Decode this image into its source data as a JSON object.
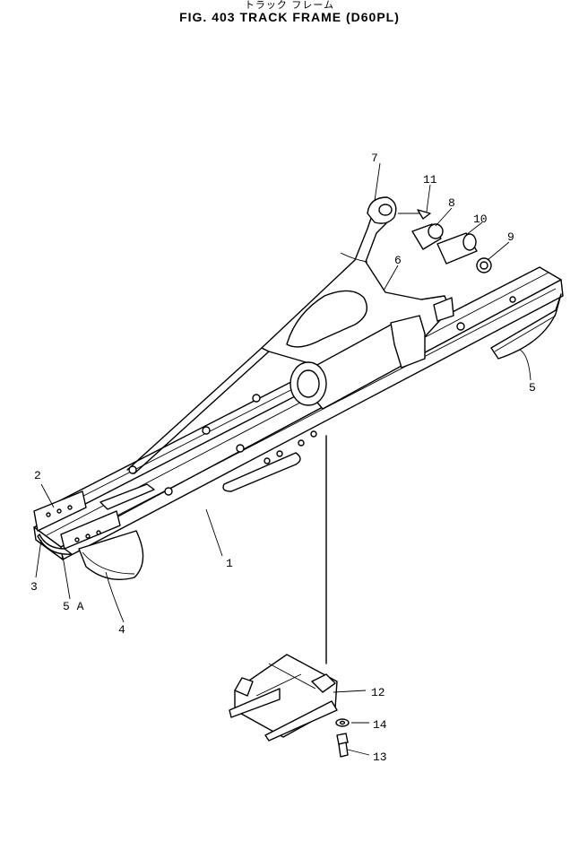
{
  "title": {
    "japanese": "トラック フレーム",
    "main": "FIG. 403  TRACK  FRAME  (D60PL)"
  },
  "callouts": [
    {
      "id": "c1",
      "label": "1"
    },
    {
      "id": "c2",
      "label": "2"
    },
    {
      "id": "c3",
      "label": "3"
    },
    {
      "id": "c4",
      "label": "4"
    },
    {
      "id": "c5",
      "label": "5"
    },
    {
      "id": "c5a",
      "label": "5 A"
    },
    {
      "id": "c6",
      "label": "6"
    },
    {
      "id": "c7",
      "label": "7"
    },
    {
      "id": "c8",
      "label": "8"
    },
    {
      "id": "c9",
      "label": "9"
    },
    {
      "id": "c10",
      "label": "10"
    },
    {
      "id": "c11",
      "label": "11"
    },
    {
      "id": "c12",
      "label": "12"
    },
    {
      "id": "c13",
      "label": "13"
    },
    {
      "id": "c14",
      "label": "14"
    }
  ]
}
